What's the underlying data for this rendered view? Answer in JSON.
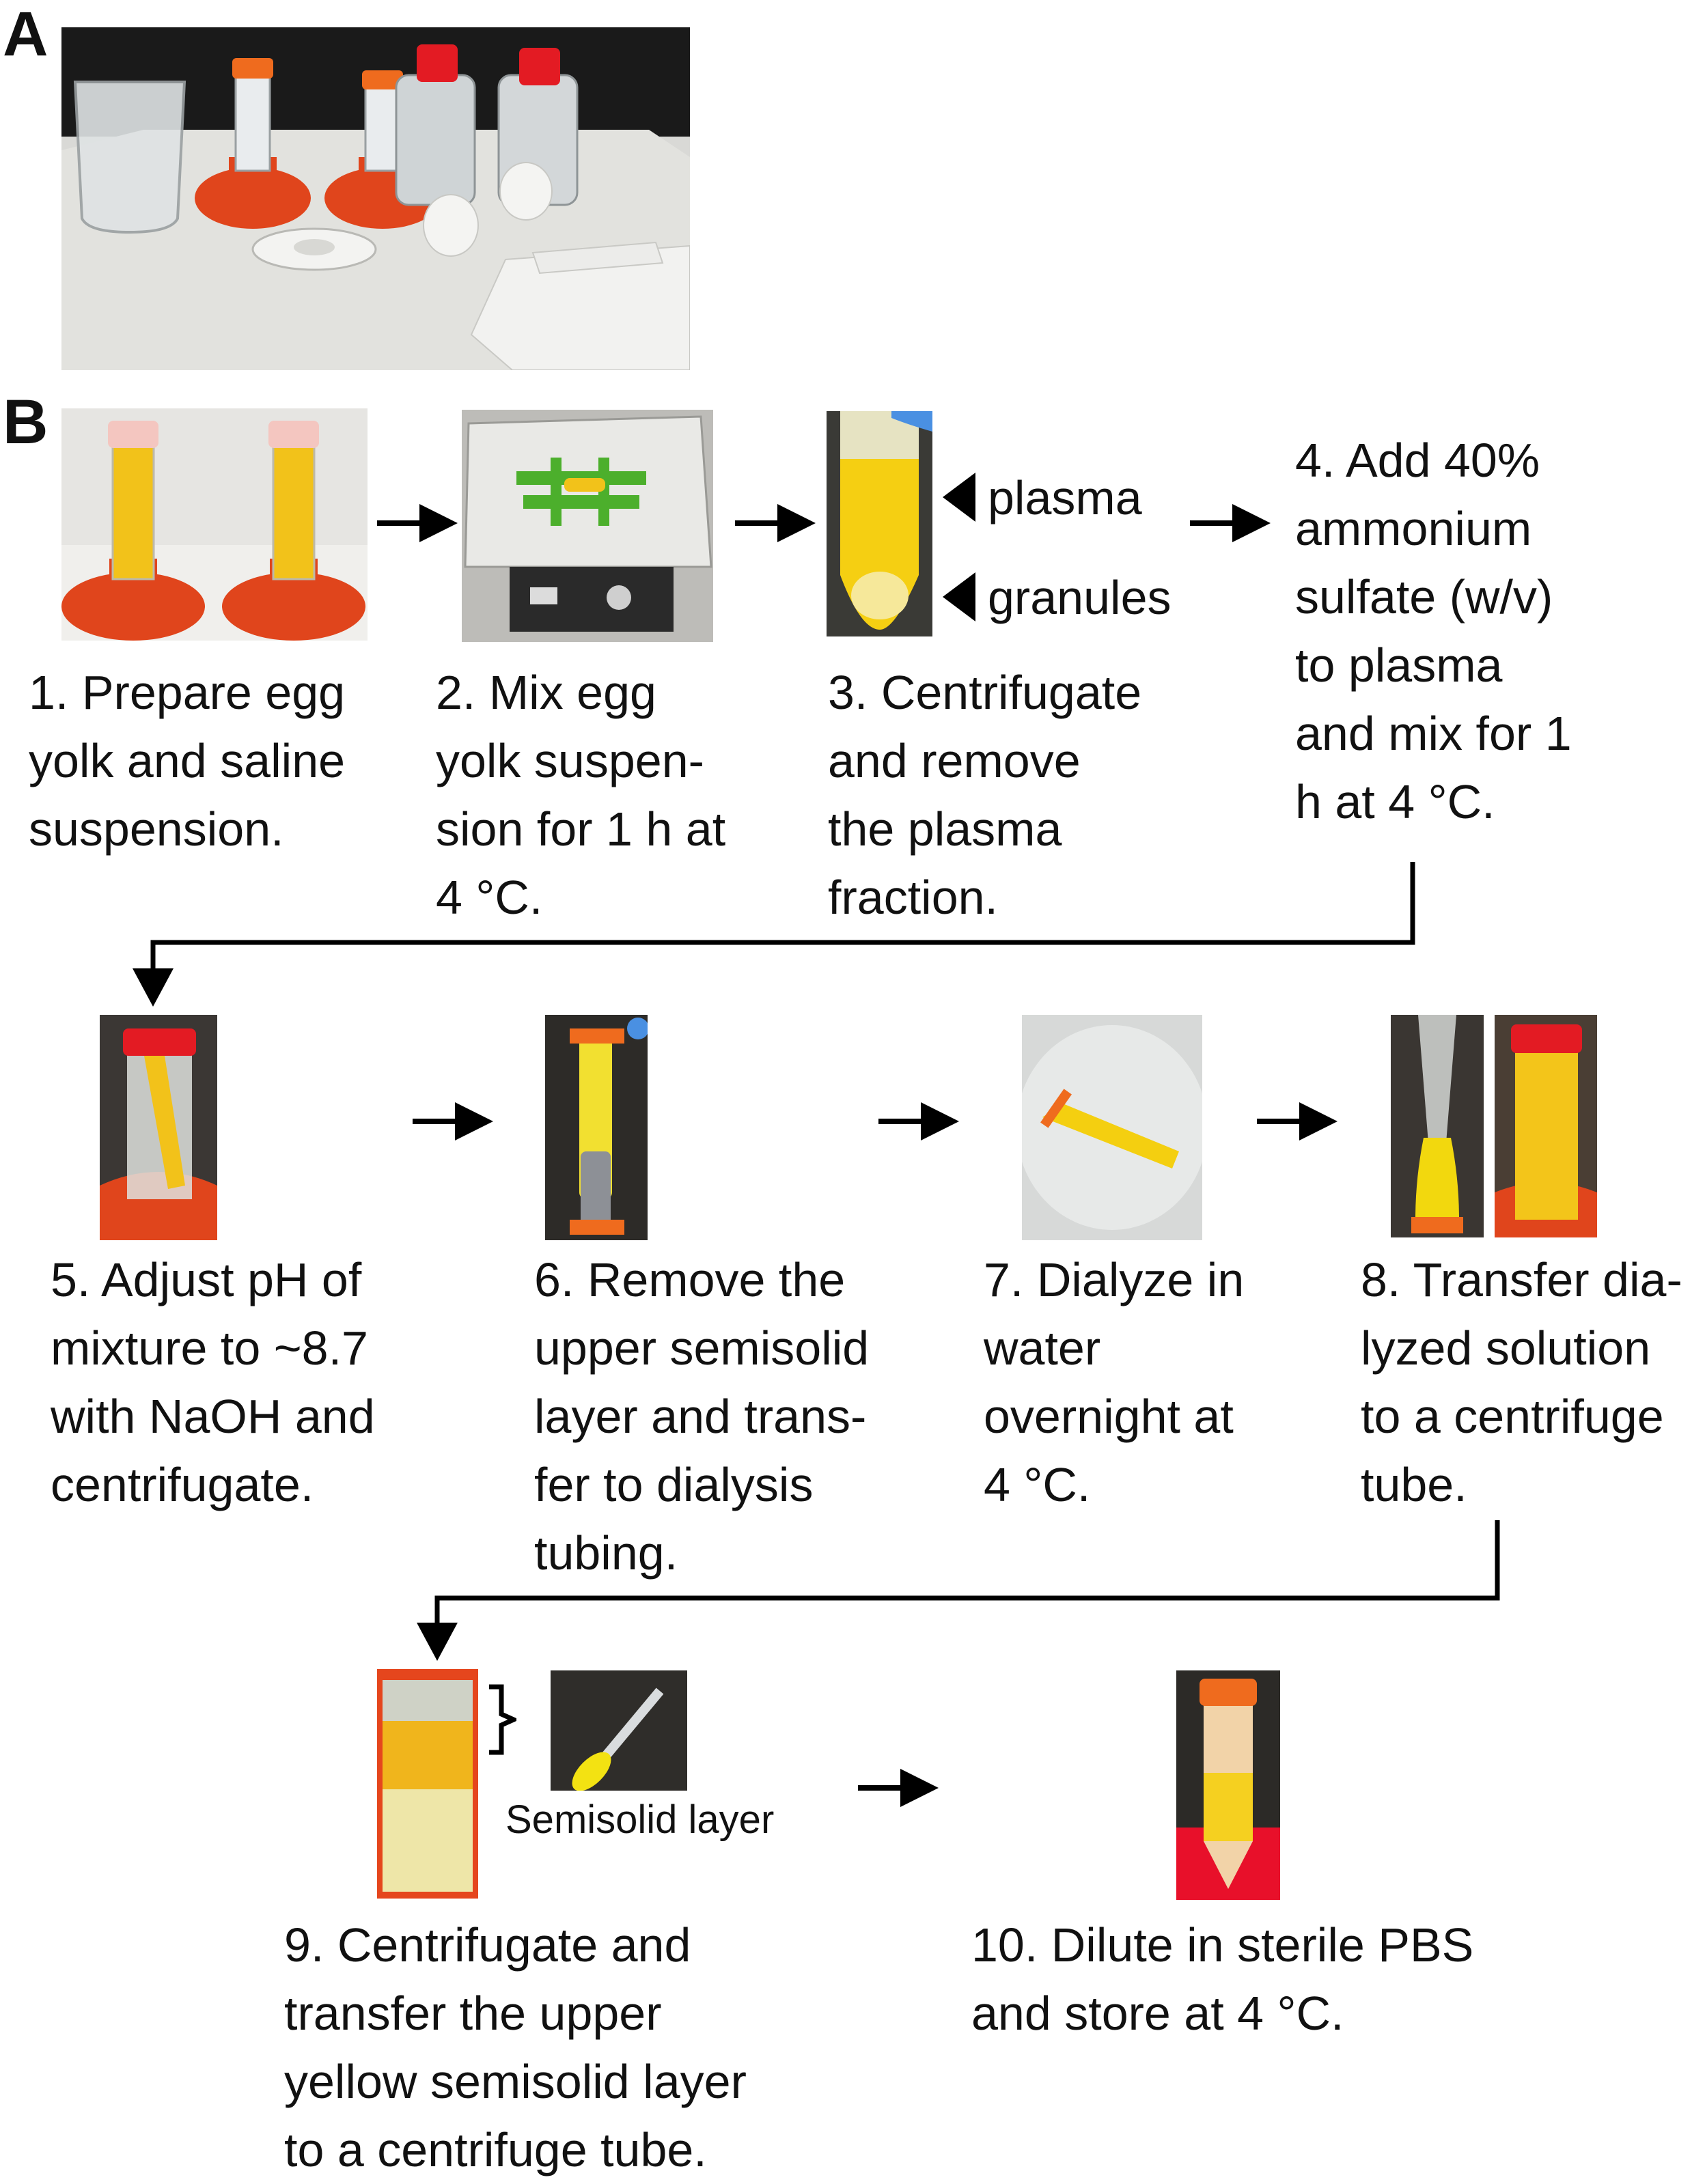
{
  "panels": {
    "a": "A",
    "b": "B"
  },
  "labels": {
    "plasma": "plasma",
    "granules": "granules",
    "semisolid_layer": "Semisolid layer"
  },
  "steps": [
    {
      "text": "1. Prepare egg\nyolk and saline\nsuspension."
    },
    {
      "text": "2. Mix egg\nyolk suspen-\nsion for 1 h at\n4 °C."
    },
    {
      "text": "3. Centrifugate\nand remove\nthe plasma\nfraction."
    },
    {
      "text": "4. Add 40%\nammonium\nsulfate (w/v)\nto plasma\nand mix for 1\nh at 4 °C."
    },
    {
      "text": "5. Adjust pH of\nmixture to ~8.7\nwith NaOH and\ncentrifugate."
    },
    {
      "text": "6. Remove the\nupper semisolid\nlayer and trans-\nfer to dialysis\ntubing."
    },
    {
      "text": "7. Dialyze in\nwater\novernight at\n4 °C."
    },
    {
      "text": "8. Transfer dia-\nlyzed solution\nto a centrifuge\ntube."
    },
    {
      "text": "9. Centrifugate and\ntransfer the upper\nyellow semisolid layer\nto a centrifuge tube."
    },
    {
      "text": "10. Dilute in sterile PBS\nand store at 4 °C."
    }
  ],
  "colors": {
    "tube_cap": "#e8401c",
    "tube_red_cap": "#e31b23",
    "yolk": "#f2c21a",
    "stand": "#e0451c",
    "arrow": "#000000"
  }
}
